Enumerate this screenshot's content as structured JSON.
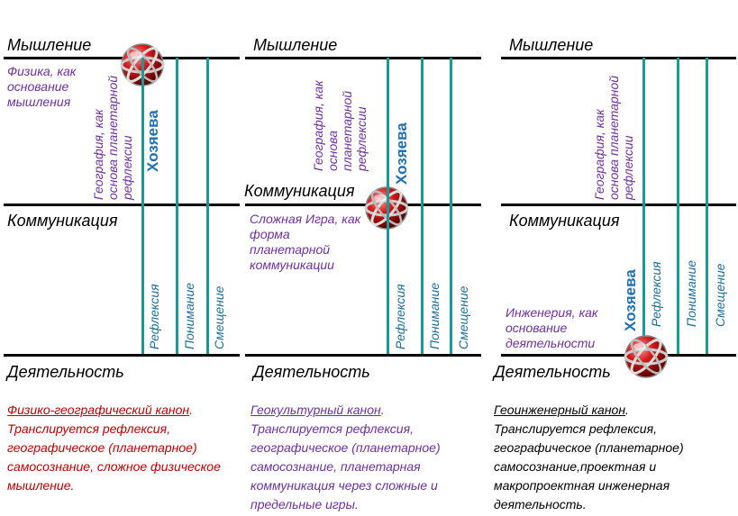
{
  "panels": [
    {
      "thinking": "Мышление",
      "communication": "Коммуникация",
      "activity": "Деятельность",
      "main_note": "Физика, как основание мышления",
      "side_note_lines": [
        "География, как",
        "основа планетарной",
        "рефлексии"
      ],
      "owner": "Хозяева",
      "cols": [
        "Рефлексия",
        "Понимание",
        "Смещение"
      ],
      "canon_title": "Физико-географический канон",
      "canon_text": ". Транслируется рефлексия, географическое (планетарное) самосознание, сложное физическое мышление."
    },
    {
      "thinking": "Мышление",
      "communication": "Коммуникация",
      "activity": "Деятельность",
      "main_note": "Сложная Игра, как форма планетарной коммуникации",
      "side_note_lines": [
        "География, как",
        "основа",
        "планетарной",
        "рефлексии"
      ],
      "owner": "Хозяева",
      "cols": [
        "Рефлексия",
        "Понимание",
        "Смещение"
      ],
      "canon_title": "Геокультурный канон",
      "canon_text": ". Транслируется рефлексия, географическое (планетарное) самосознание, планетарная коммуникация через сложные и предельные игры."
    },
    {
      "thinking": "Мышление",
      "communication": "Коммуникация",
      "activity": "Деятельность",
      "main_note": "Инженерия, как основание деятельности",
      "side_note_lines": [
        "География, как",
        "основа планетарной",
        "рефлексии"
      ],
      "owner": "Хозяева",
      "cols": [
        "Рефлексия",
        "Понимание",
        "Смещение"
      ],
      "canon_title": "Геоинженерный канон",
      "canon_text": ". Транслируется рефлексия, географическое (планетарное) самосознание,проектная и макропроектная инженерная деятельность."
    }
  ],
  "colors": {
    "teal": "#1a9a96",
    "purple": "#7030a0",
    "red": "#c00000",
    "blue": "#1f6fb5"
  },
  "icons": {
    "marker": "red-sphere-marker-icon"
  }
}
